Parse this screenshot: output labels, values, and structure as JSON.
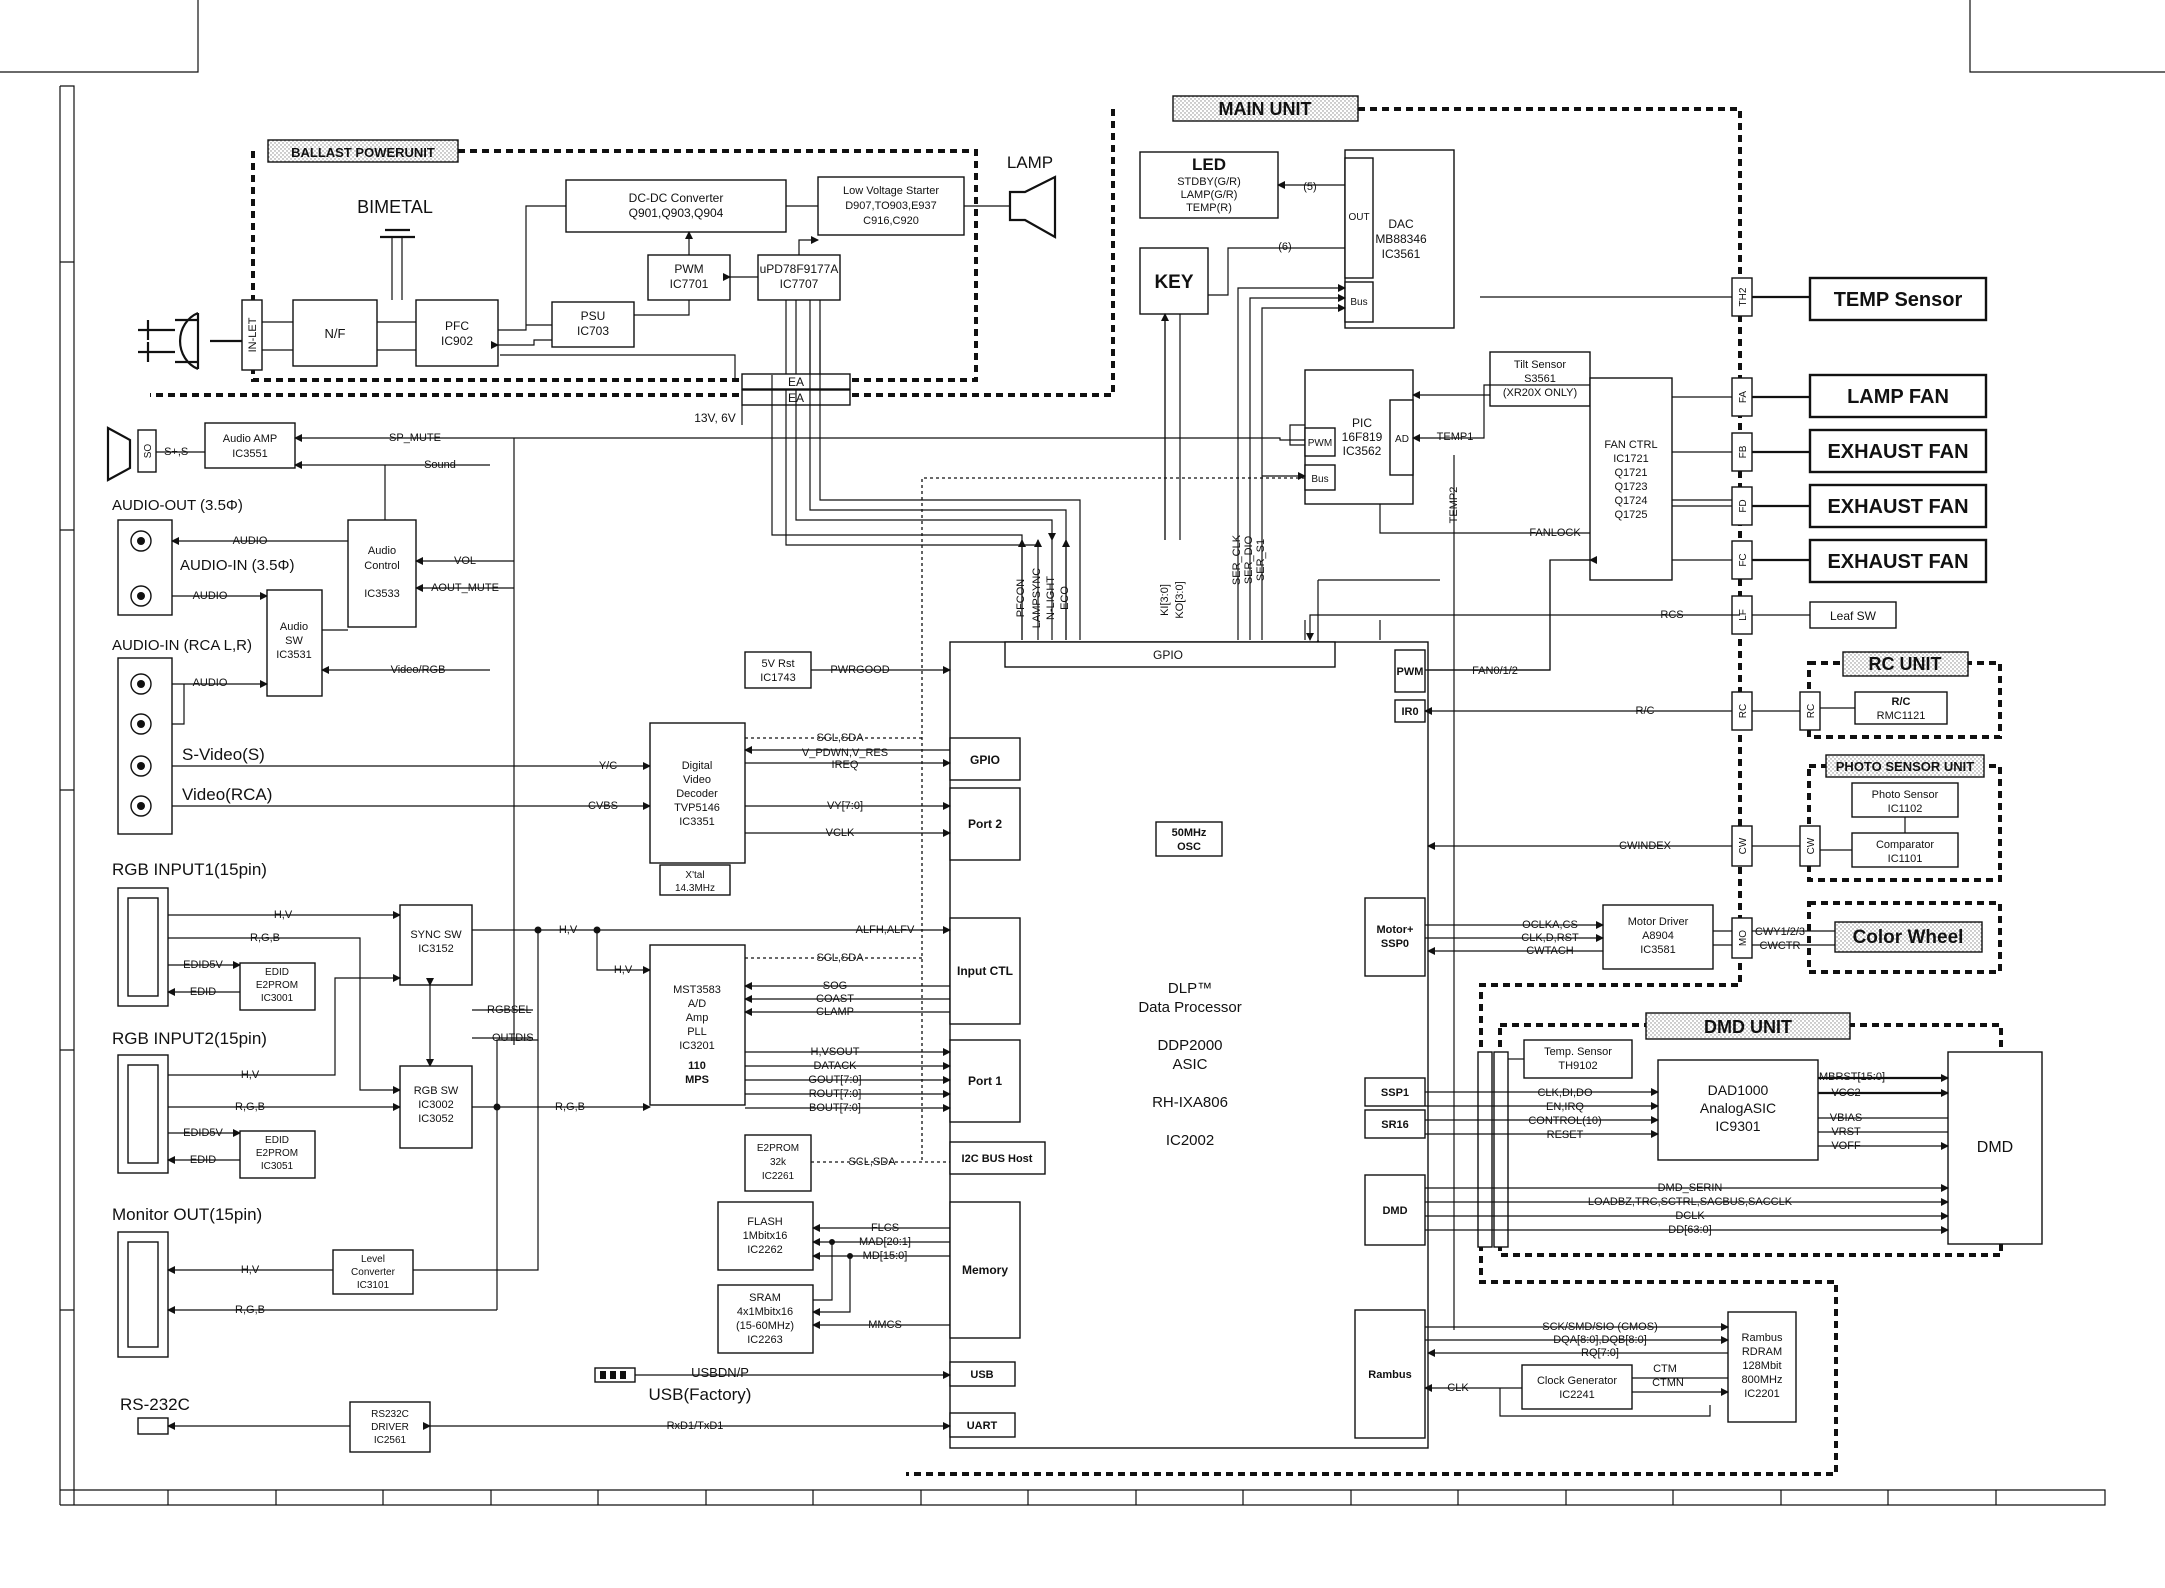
{
  "units": {
    "main": "MAIN UNIT",
    "ballast": "BALLAST POWERUNIT",
    "rc": "RC UNIT",
    "photo": "PHOTO SENSOR UNIT",
    "dmd": "DMD UNIT",
    "color_wheel": "Color Wheel"
  },
  "ballast": {
    "bimetal": "BIMETAL",
    "lamp": "LAMP",
    "inlet": "IN-LET",
    "nf": "N/F",
    "pfc": [
      "PFC",
      "IC902"
    ],
    "psu": [
      "PSU",
      "IC703"
    ],
    "pwm": [
      "PWM",
      "IC7701"
    ],
    "upd": [
      "uPD78F9177A",
      "IC7707"
    ],
    "dcdc": [
      "DC-DC Converter",
      "Q901,Q903,Q904"
    ],
    "lvs": [
      "Low Voltage Starter",
      "D907,TO903,E937",
      "C916,C920"
    ],
    "ea1": "EA",
    "ea2": "EA",
    "v13": "13V, 6V"
  },
  "main_blocks": {
    "led": {
      "title": "LED",
      "lines": [
        "STDBY(G/R)",
        "LAMP(G/R)",
        "TEMP(R)"
      ]
    },
    "key": "KEY",
    "dac": {
      "lines": [
        "DAC",
        "MB88346",
        "IC3561"
      ],
      "out": "OUT",
      "bus": "Bus"
    },
    "pic": {
      "lines": [
        "PIC",
        "16F819",
        "IC3562"
      ],
      "pwm": "PWM",
      "ad": "AD",
      "bus": "Bus"
    },
    "tilt": [
      "Tilt Sensor",
      "S3561",
      "(XR20X ONLY)"
    ],
    "fanctrl": [
      "FAN CTRL",
      "IC1721",
      "Q1721",
      "Q1723",
      "Q1724",
      "Q1725"
    ],
    "audio_amp": [
      "Audio AMP",
      "IC3551"
    ],
    "audio_ctrl": [
      "Audio",
      "Control",
      "IC3533"
    ],
    "audio_sw": [
      "Audio",
      "SW",
      "IC3531"
    ],
    "rst": [
      "5V Rst",
      "IC1743"
    ],
    "dvd": [
      "Digital",
      "Video",
      "Decoder",
      "TVP5146",
      "IC3351"
    ],
    "xtal": [
      "X'tal",
      "14.3MHz"
    ],
    "sync_sw": [
      "SYNC SW",
      "IC3152"
    ],
    "mst": [
      "MST3583",
      "A/D",
      "Amp",
      "PLL",
      "IC3201",
      "110",
      "MPS"
    ],
    "edid1": [
      "EDID",
      "E2PROM",
      "IC3001"
    ],
    "edid2": [
      "EDID",
      "E2PROM",
      "IC3051"
    ],
    "rgb_sw": [
      "RGB SW",
      "IC3002",
      "IC3052"
    ],
    "eeprom": [
      "E2PROM",
      "32k",
      "IC2261"
    ],
    "flash": [
      "FLASH",
      "1Mbitx16",
      "IC2262"
    ],
    "sram": [
      "SRAM",
      "4x1Mbitx16",
      "(15-60MHz)",
      "IC2263"
    ],
    "level": [
      "Level",
      "Converter",
      "IC3101"
    ],
    "rs232drv": [
      "RS232C",
      "DRIVER",
      "IC2561"
    ],
    "motor_drv": [
      "Motor Driver",
      "A8904",
      "IC3581"
    ],
    "clock_gen": [
      "Clock  Generator",
      "IC2241"
    ],
    "rambus_ram": [
      "Rambus",
      "RDRAM",
      "128Mbit",
      "800MHz",
      "IC2201"
    ],
    "osc": [
      "50MHz",
      "OSC"
    ]
  },
  "asic": {
    "lines": [
      "DLP™",
      "Data Processor",
      "",
      "DDP2000",
      "ASIC",
      "",
      "RH-IXA806",
      "",
      "IC2002"
    ],
    "gpio_top": "GPIO",
    "gpio": "GPIO",
    "port2": "Port 2",
    "inputctl": "Input CTL",
    "port1": "Port 1",
    "i2c": "I2C BUS Host",
    "memory": "Memory",
    "usb": "USB",
    "uart": "UART",
    "pwm": "PWM",
    "ir0": "IR0",
    "motor": [
      "Motor+",
      "SSP0"
    ],
    "ssp1": "SSP1",
    "sr16": "SR16",
    "dmd": "DMD",
    "rambus": "Rambus"
  },
  "right": {
    "temp_sensor": "TEMP Sensor",
    "lamp_fan": "LAMP FAN",
    "exhaust1": "EXHAUST FAN",
    "exhaust2": "EXHAUST FAN",
    "exhaust3": "EXHAUST FAN",
    "leaf": "Leaf SW",
    "rc": [
      "R/C",
      "RMC1121"
    ],
    "photo": [
      "Photo Sensor",
      "IC1102"
    ],
    "comp": [
      "Comparator",
      "IC1101"
    ],
    "conn": {
      "th2": "TH2",
      "fa": "FA",
      "fb": "FB",
      "fd": "FD",
      "fc": "FC",
      "lf": "LF",
      "rc1": "RC",
      "rc2": "RC",
      "cw1": "CW",
      "cw2": "CW",
      "mo": "MO"
    }
  },
  "dmd_unit": {
    "temp": [
      "Temp. Sensor",
      "TH9102"
    ],
    "dad": [
      "DAD1000",
      "AnalogASIC",
      "IC9301"
    ],
    "dmd": "DMD"
  },
  "io_labels": {
    "audio_out": "AUDIO-OUT (3.5Φ)",
    "audio_in35": "AUDIO-IN (3.5Φ)",
    "audio_in_rca": "AUDIO-IN (RCA L,R)",
    "svideo": "S-Video(S)",
    "video": "Video(RCA)",
    "rgb1": "RGB INPUT1(15pin)",
    "rgb2": "RGB INPUT2(15pin)",
    "monitor": "Monitor OUT(15pin)",
    "rs232": "RS-232C",
    "usb": "USB(Factory)",
    "so": "SO",
    "sps": "S+,S-"
  },
  "signals": {
    "sp_mute": "SP_MUTE",
    "sound": "Sound",
    "audio1": "AUDIO",
    "audio2": "AUDIO",
    "audio3": "AUDIO",
    "vol": "VOL",
    "aout_mute": "AOUT_MUTE",
    "video_rgb": "Video/RGB",
    "pwrgood": "PWRGOOD",
    "sclsda1": "SCL,SDA",
    "vpdwn": "V_PDWN,V_RES",
    "ireq": "IREQ",
    "yc": "Y/C",
    "cvbs": "CVBS",
    "vy": "VY[7:0]",
    "vclk": "VCLK",
    "hv1": "H,V",
    "rgb_a": "R,G,B",
    "edid5v1": "EDID5V",
    "edid1": "EDID",
    "hv2": "H,V",
    "hv3": "H,V",
    "alfh": "ALFH,ALFV",
    "sclsda2": "SCL,SDA",
    "sog": "SOG",
    "coast": "COAST",
    "clamp": "CLAMP",
    "rgbsel": "RGBSEL",
    "outdis": "OUTDIS",
    "hv4": "H,V",
    "rgb_b": "R,G,B",
    "edid5v2": "EDID5V",
    "edid2": "EDID",
    "rgb_c": "R,G,B",
    "hvsout": "H,VSOUT",
    "datack": "DATACK",
    "gout": "GOUT[7:0]",
    "rout": "ROUT[7:0]",
    "bout": "BOUT[7:0]",
    "sclsda3": "SCL,SDA",
    "flcs": "FLCS",
    "mad": "MAD[20:1]",
    "md": "MD[15:0]",
    "mmcs": "MMCS",
    "hv5": "H,V",
    "rgb_d": "R,G,B",
    "usbdn": "USBDN/P",
    "rxd": "RxD1/TxD1",
    "pfcon": "PFCON",
    "lampsync": "LAMPSYNC",
    "nlight": "N-LIGHT",
    "eco": "ECO",
    "ki": "KI[3:0]",
    "ko": "KO[3:0]",
    "serclk": "SER_CLK",
    "serdio": "SER_DIO",
    "sers1": "SER_S1",
    "five": "(5)",
    "six": "(6)",
    "temp1": "TEMP1",
    "temp2": "TEMP2",
    "fanlock": "FANLOCK",
    "rcs": "RCS",
    "fan012": "FAN0/1/2",
    "rc": "R/C",
    "cwindex": "CWINDEX",
    "oclka": "OCLKA,CS",
    "clkd": "CLK,D,RST",
    "cwtach": "CWTACH",
    "cwy": "CWY1/2/3",
    "cwctr": "CWCTR",
    "clkdi": "CLK,DI,DO",
    "enirq": "EN,IRQ",
    "control": "CONTROL(10)",
    "reset": "RESET",
    "mbrst": "MBRST[15:0]",
    "vcc2": "VCC2",
    "vbias": "VBIAS",
    "vrst": "VRST",
    "voff": "VOFF",
    "dmdserin": "DMD_SERIN",
    "loadbz": "LOADBZ,TRC,SCTRL,SACBUS,SACCLK",
    "dclk": "DCLK",
    "dd": "DD[63:0]",
    "sck": "SCK/SMD/SIO (CMOS)",
    "dqa": "DQA[8:0],DQB[8:0]",
    "rq": "RQ[7:0]",
    "clk": "CLK",
    "ctm": "CTM",
    "ctmn": "CTMN"
  }
}
